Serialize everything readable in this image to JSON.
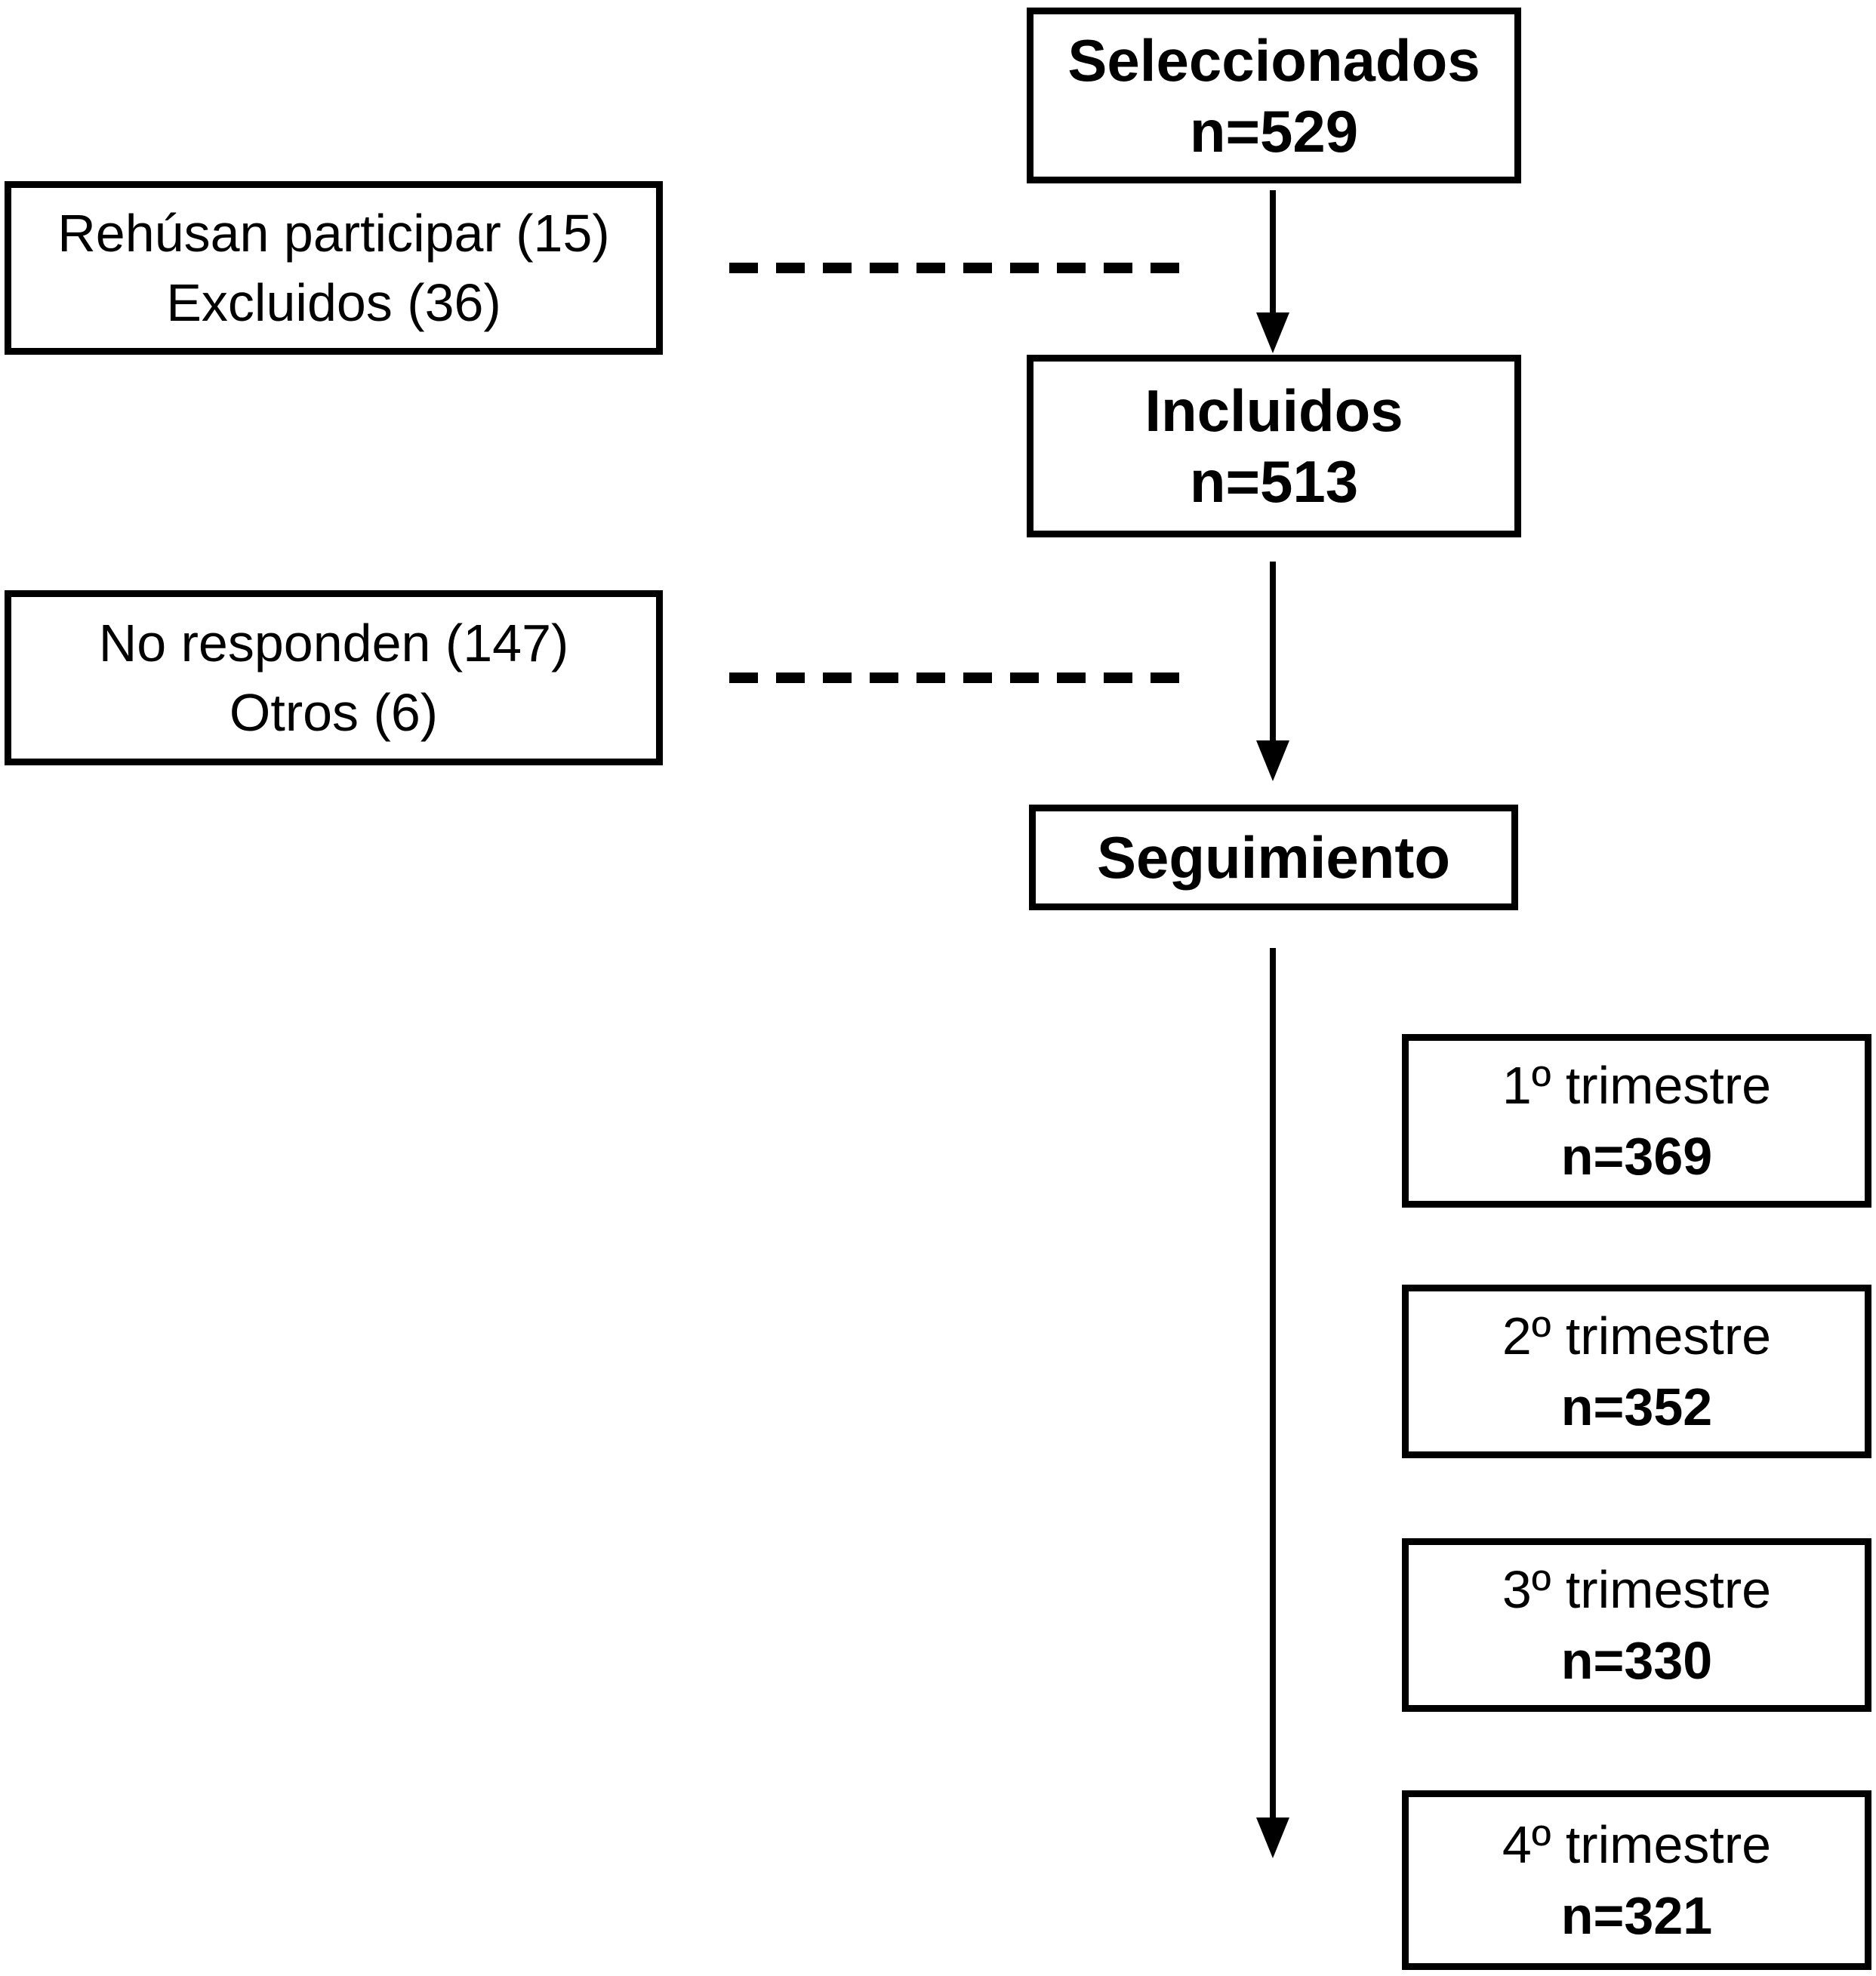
{
  "diagram": {
    "background_color": "#ffffff",
    "line_color": "#000000",
    "boxes": {
      "seleccionados": {
        "title": "Seleccionados",
        "n": "n=529"
      },
      "rehusan": {
        "line1": "Rehúsan participar (15)",
        "line2": "Excluidos (36)"
      },
      "incluidos": {
        "title": "Incluidos",
        "n": "n=513"
      },
      "noresponden": {
        "line1": "No responden (147)",
        "line2": "Otros (6)"
      },
      "seguimiento": {
        "title": "Seguimiento"
      },
      "trimestre1": {
        "label": "1º trimestre",
        "n": "n=369"
      },
      "trimestre2": {
        "label": "2º trimestre",
        "n": "n=352"
      },
      "trimestre3": {
        "label": "3º trimestre",
        "n": "n=330"
      },
      "trimestre4": {
        "label": "4º trimestre",
        "n": "n=321"
      }
    }
  }
}
